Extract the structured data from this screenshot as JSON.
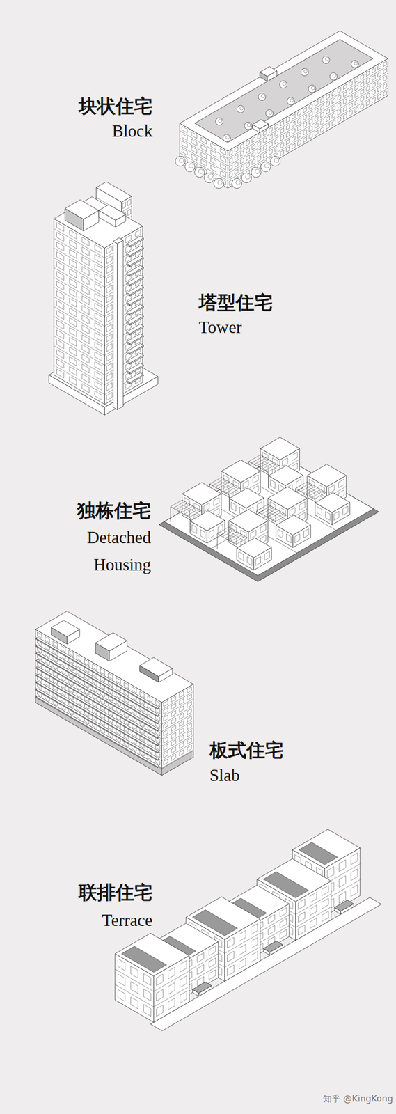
{
  "diagram": {
    "labels": [
      "块状住宅",
      "Block",
      "塔型住宅",
      "Tower",
      "独栋住宅",
      "Detached Housing",
      "板式住宅",
      "Slab",
      "联排住宅",
      "Terrace",
      "知乎 @KingKong"
    ]
  }
}
